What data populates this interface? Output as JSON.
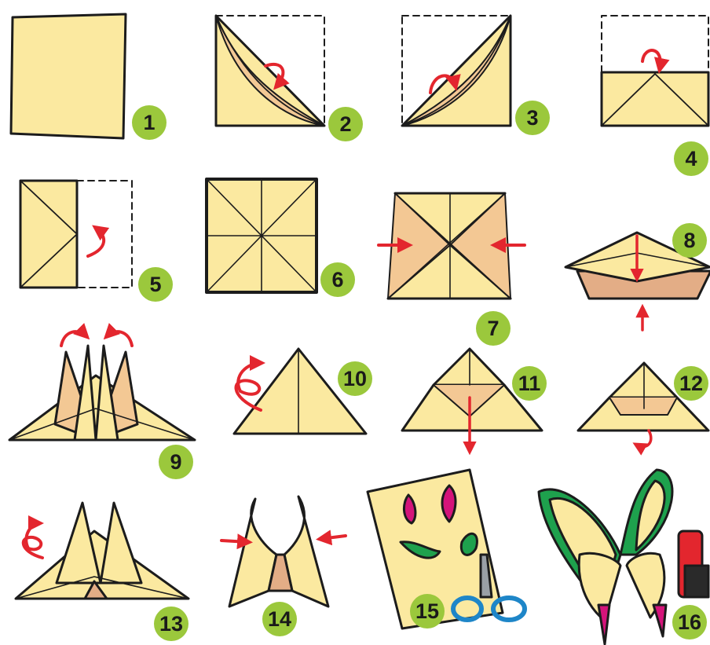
{
  "colors": {
    "paper": "#fbe9a0",
    "paper_shade": "#f3c894",
    "paper_dark": "#e3ad86",
    "outline": "#1c1c1c",
    "arrow": "#e3262e",
    "badge": "#9bc83c",
    "magenta": "#d4147a",
    "green": "#1ea14d",
    "blue": "#1e86c8"
  },
  "steps": [
    {
      "number": "1"
    },
    {
      "number": "2"
    },
    {
      "number": "3"
    },
    {
      "number": "4"
    },
    {
      "number": "5"
    },
    {
      "number": "6"
    },
    {
      "number": "7"
    },
    {
      "number": "8"
    },
    {
      "number": "9"
    },
    {
      "number": "10"
    },
    {
      "number": "11"
    },
    {
      "number": "12"
    },
    {
      "number": "13"
    },
    {
      "number": "14"
    },
    {
      "number": "15"
    },
    {
      "number": "16"
    }
  ]
}
